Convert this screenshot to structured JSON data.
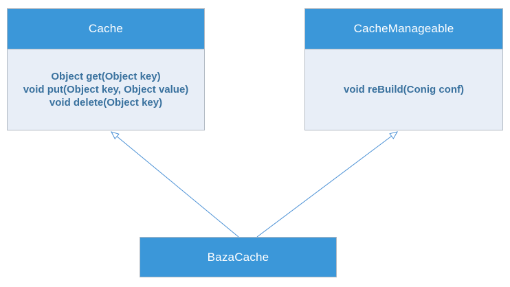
{
  "diagram": {
    "type": "uml-class-diagram",
    "colors": {
      "header_fill": "#3b97d9",
      "body_fill": "#e8eef7",
      "box_border": "#b2bac3",
      "method_text": "#39719e",
      "title_text": "#ffffff",
      "arrow": "#4a90d5",
      "background": "#ffffff"
    },
    "classes": [
      {
        "id": "cache",
        "title": "Cache",
        "methods": [
          "Object get(Object key)",
          "void put(Object key, Object value)",
          "void delete(Object key)"
        ]
      },
      {
        "id": "cache-manageable",
        "title": "CacheManageable",
        "methods": [
          "void reBuild(Conig conf)"
        ]
      },
      {
        "id": "baza-cache",
        "title": "BazaCache",
        "methods": []
      }
    ],
    "relations": [
      {
        "from": "BazaCache",
        "to": "Cache",
        "type": "realization",
        "arrowhead": "open-triangle"
      },
      {
        "from": "BazaCache",
        "to": "CacheManageable",
        "type": "realization",
        "arrowhead": "open-triangle"
      }
    ]
  }
}
